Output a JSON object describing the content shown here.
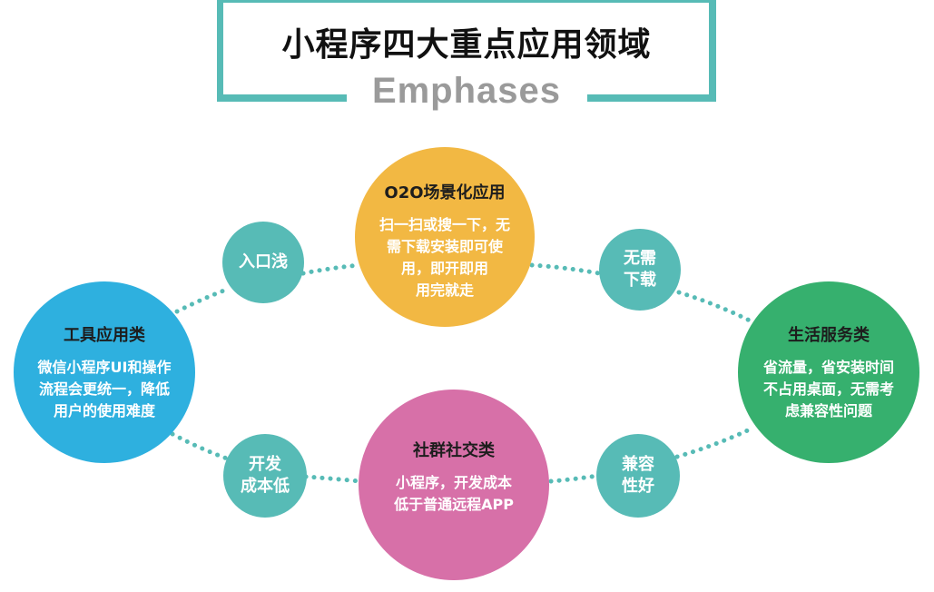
{
  "header": {
    "title": "小程序四大重点应用领域",
    "subtitle": "Emphases"
  },
  "colors": {
    "frame": "#57bbb6",
    "connector": "#57bbb6",
    "tool": "#2eb0df",
    "o2o": "#f2b843",
    "life": "#36b06e",
    "social": "#d770a8",
    "feature": "#57bbb6"
  },
  "areas": [
    {
      "id": "o2o",
      "title": "O2O场景化应用",
      "body": "扫一扫或搜一下，无\n需下载安装即可使\n用，即开即用\n用完就走"
    },
    {
      "id": "tool",
      "title": "工具应用类",
      "body": "微信小程序UI和操作\n流程会更统一，降低\n用户的使用难度"
    },
    {
      "id": "life",
      "title": "生活服务类",
      "body": "省流量，省安装时间\n不占用桌面，无需考\n虑兼容性问题"
    },
    {
      "id": "social",
      "title": "社群社交类",
      "body": "小程序，开发成本\n低于普通远程APP"
    }
  ],
  "features": [
    {
      "id": "shallow-entry",
      "label": "入口浅"
    },
    {
      "id": "no-download",
      "label": "无需\n下载"
    },
    {
      "id": "low-cost",
      "label": "开发\n成本低"
    },
    {
      "id": "compatibility",
      "label": "兼容\n性好"
    }
  ]
}
